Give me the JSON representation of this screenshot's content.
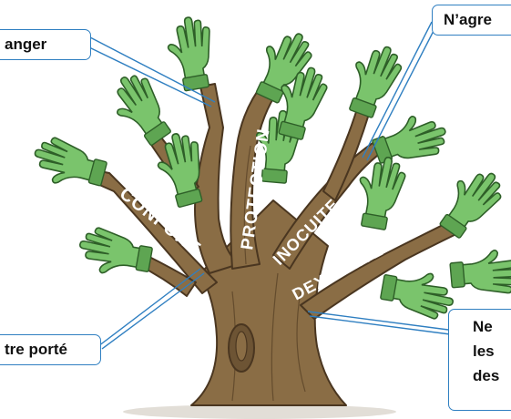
{
  "callouts": {
    "top_left": "anger",
    "top_right": "N’agre",
    "bottom_left": "tre porté",
    "bottom_right": [
      "Ne",
      "les",
      "des"
    ]
  },
  "branches": {
    "confort": "CONFORT",
    "protection": "PROTECTION",
    "inocuite": "INOCUITE",
    "dexterite": "DEXTERITE"
  },
  "colors": {
    "bark": "#8a6d45",
    "bark_dark": "#5b4428",
    "glove": "#7ac46c",
    "glove_dark": "#3f7d36",
    "callout_border": "#2f7fc1"
  },
  "icons": [
    "green-glove-icon"
  ]
}
